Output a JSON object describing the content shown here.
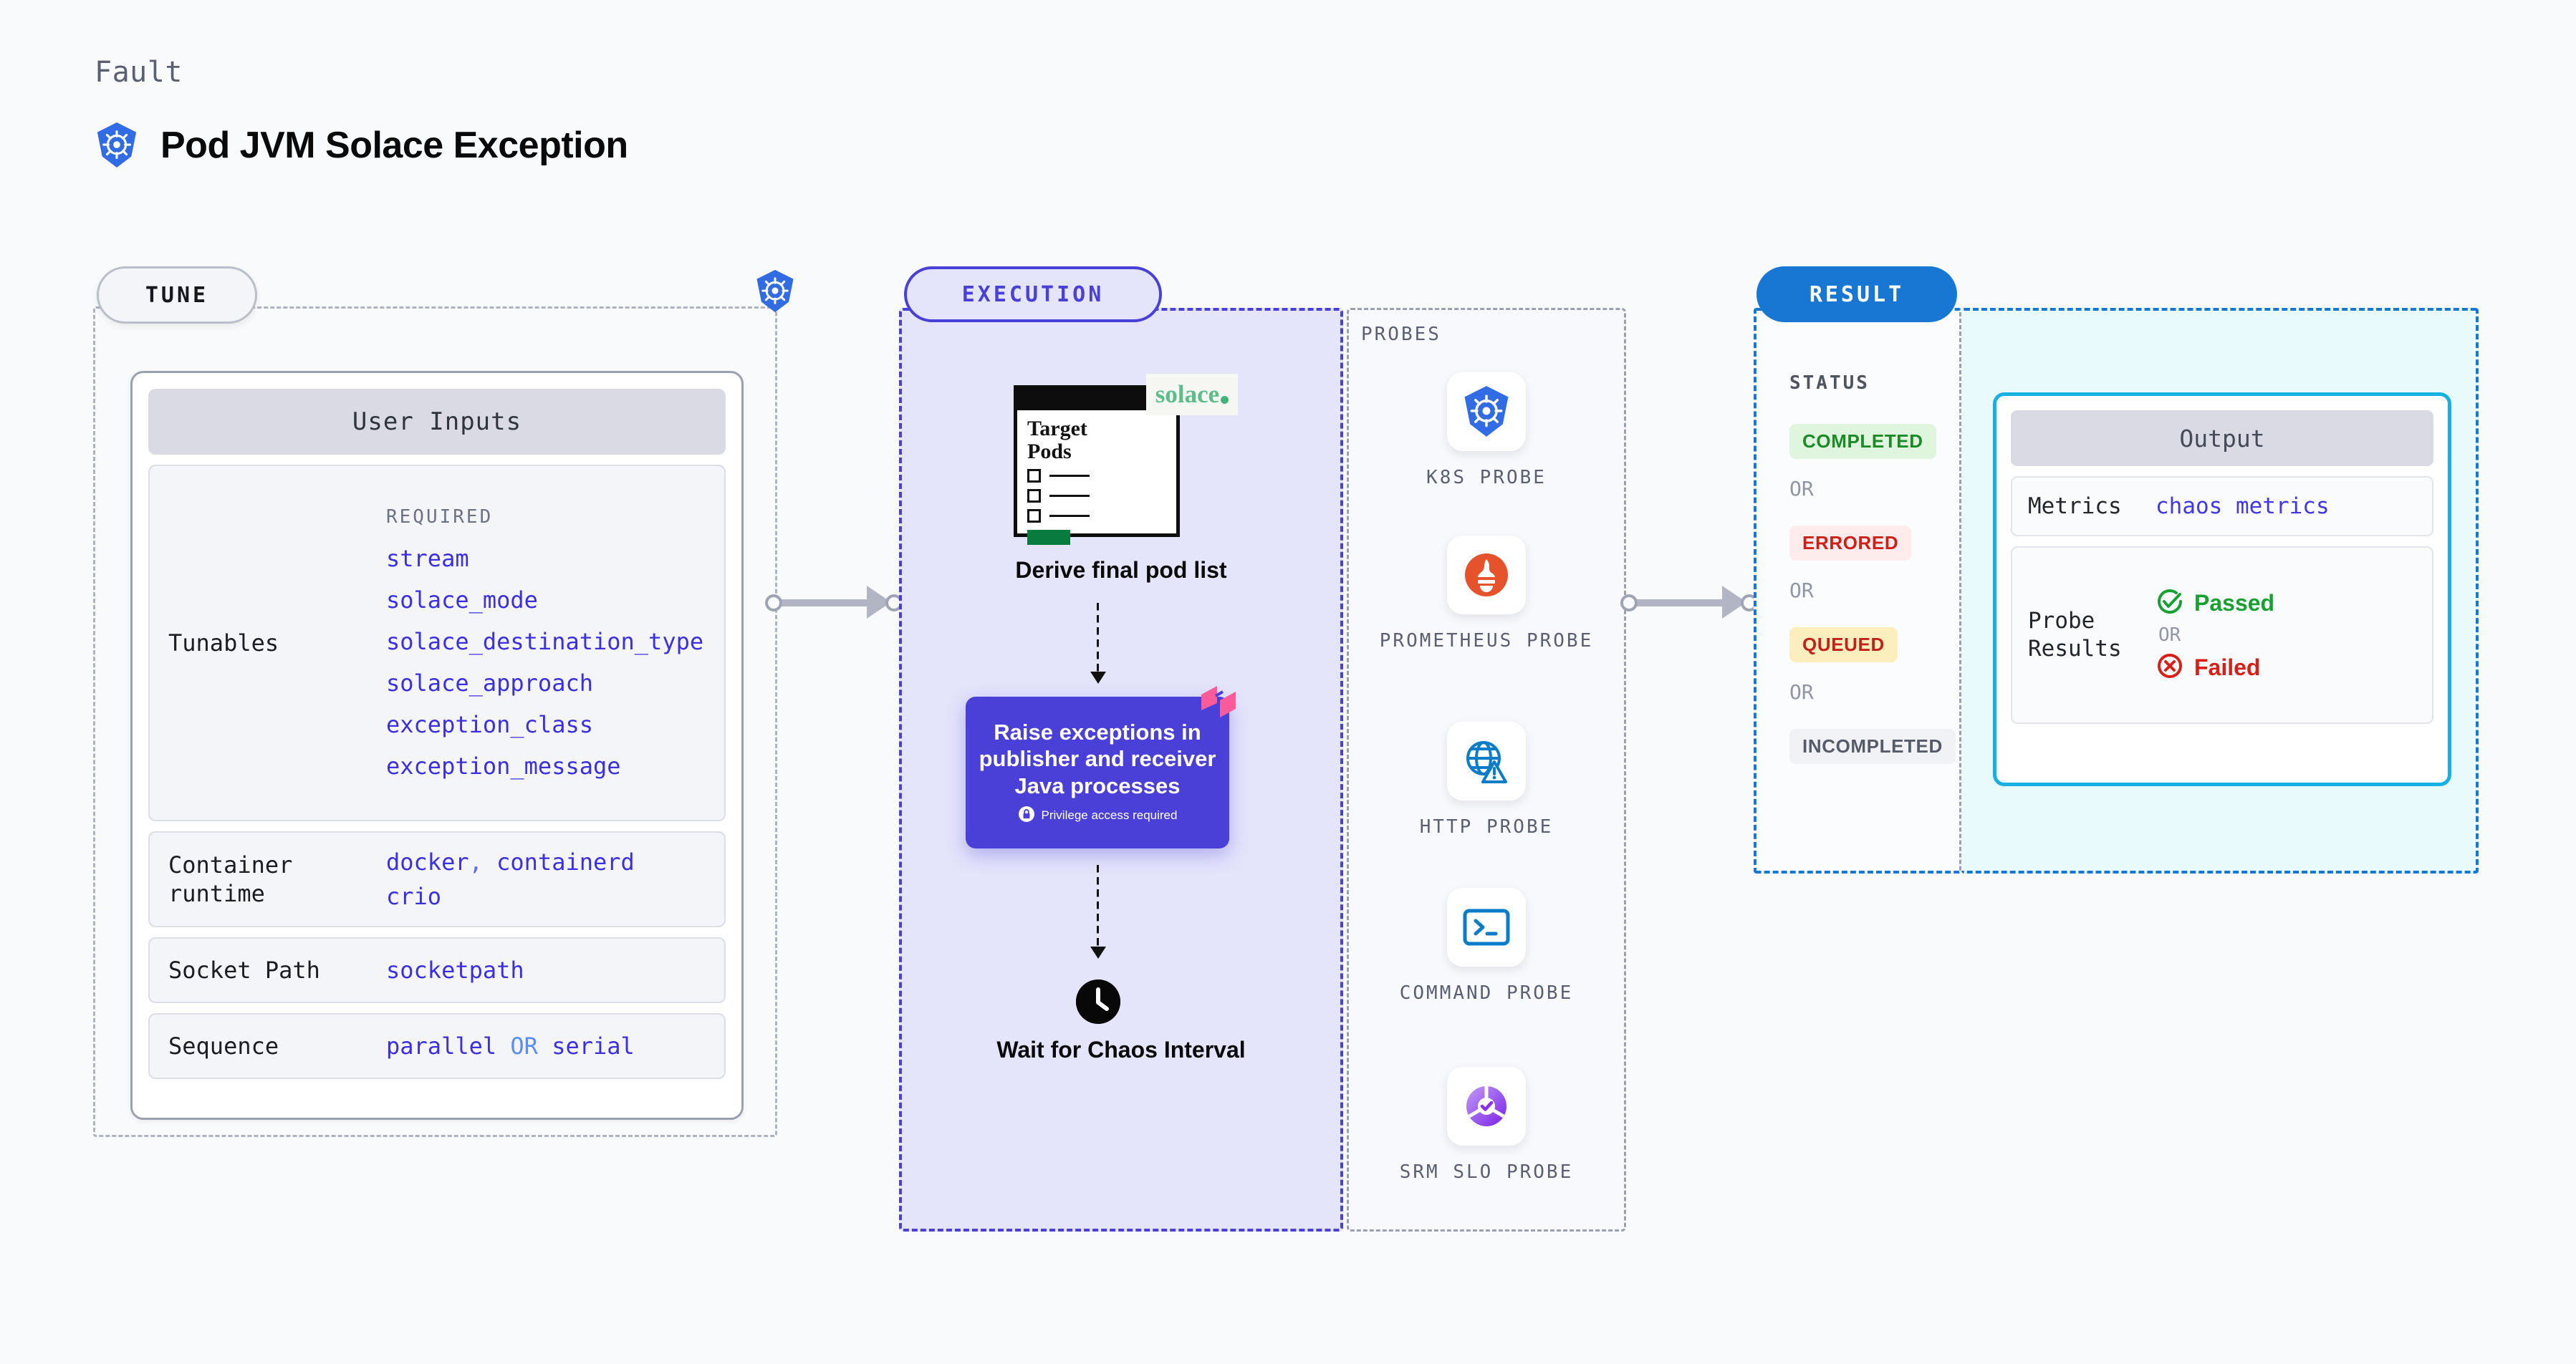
{
  "header": {
    "eyebrow": "Fault",
    "title": "Pod JVM Solace Exception",
    "icon": "kubernetes-icon"
  },
  "tune": {
    "badge": "TUNE",
    "card_title": "User Inputs",
    "tunables": {
      "label": "Tunables",
      "required_title": "REQUIRED",
      "items": [
        "stream",
        "solace_mode",
        "solace_destination_type",
        "solace_approach",
        "exception_class",
        "exception_message"
      ]
    },
    "rows": [
      {
        "label": "Container runtime",
        "values": [
          "docker",
          "containerd",
          "crio"
        ],
        "separator": ","
      },
      {
        "label": "Socket Path",
        "values": [
          "socketpath"
        ]
      },
      {
        "label": "Sequence",
        "values": [
          "parallel",
          "serial"
        ],
        "joiner": "OR"
      }
    ]
  },
  "execution": {
    "badge": "EXECUTION",
    "pod_card": {
      "title_line1": "Target",
      "title_line2": "Pods"
    },
    "brand_logo": "solace",
    "step1_label": "Derive final pod list",
    "action_card": {
      "text": "Raise exceptions in publisher and receiver Java processes",
      "privilege_note": "Privilege access required",
      "lock_icon": "lock-icon",
      "accent_color": "#4a3fd6",
      "ribbon_color": "#fc5b9b"
    },
    "step3_label": "Wait for Chaos Interval",
    "clock_icon": "clock-icon"
  },
  "probes": {
    "title": "PROBES",
    "items": [
      {
        "label": "K8S PROBE",
        "icon": "kubernetes-icon"
      },
      {
        "label": "PROMETHEUS PROBE",
        "icon": "prometheus-icon"
      },
      {
        "label": "HTTP PROBE",
        "icon": "http-globe-icon"
      },
      {
        "label": "COMMAND PROBE",
        "icon": "terminal-icon"
      },
      {
        "label": "SRM SLO PROBE",
        "icon": "srm-slo-icon"
      }
    ]
  },
  "result": {
    "badge": "RESULT",
    "status_title": "STATUS",
    "or_text": "OR",
    "statuses": [
      {
        "label": "COMPLETED",
        "color": "#1c8a26",
        "bg": "#dff5dd"
      },
      {
        "label": "ERRORED",
        "color": "#cc2118",
        "bg": "#fdeceb"
      },
      {
        "label": "QUEUED",
        "color": "#c0211a",
        "bg": "#fdeebe"
      },
      {
        "label": "INCOMPLETED",
        "color": "#555b69",
        "bg": "#f1f2f6"
      }
    ],
    "output": {
      "title": "Output",
      "metrics_label": "Metrics",
      "metrics_value": "chaos metrics",
      "probe_results_label": "Probe Results",
      "passed": "Passed",
      "failed": "Failed",
      "or_text": "OR",
      "pass_color": "#18a032",
      "fail_color": "#d81f16"
    }
  },
  "colors": {
    "background": "#f9fafc",
    "tune_border": "#aeb3bf",
    "execution": "#4a3fd6",
    "execution_fill": "#e4e4fb",
    "result": "#1877d2",
    "output_border": "#16b0e3",
    "value_blue": "#3c2fe0"
  }
}
